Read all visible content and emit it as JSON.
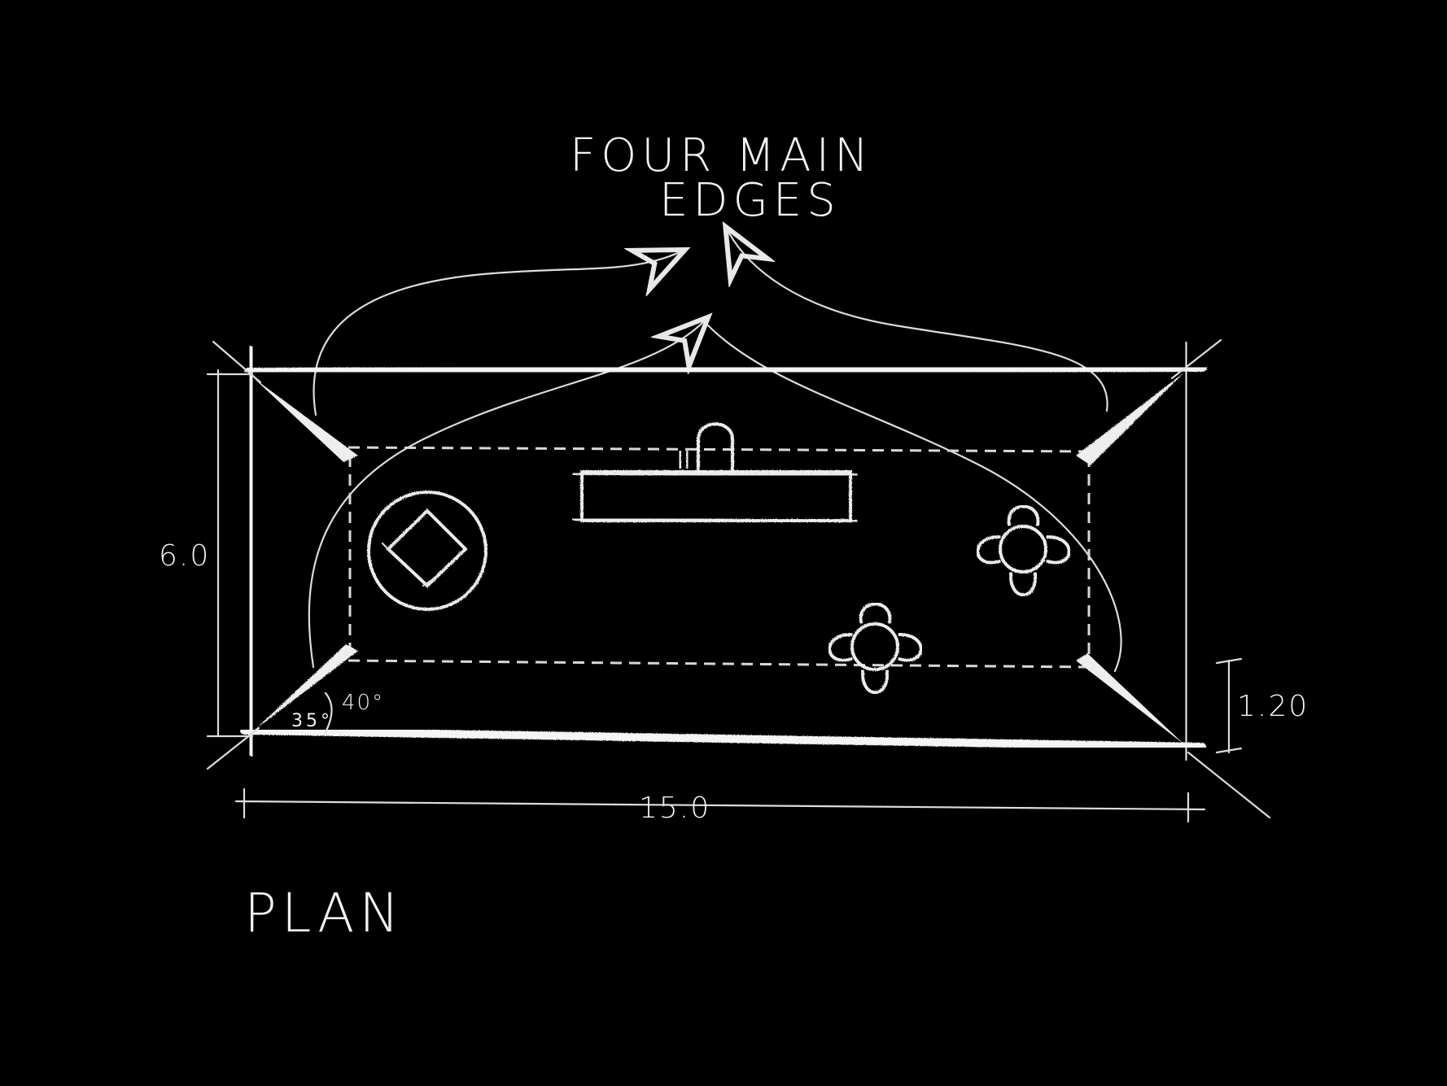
{
  "title": {
    "line1": "FOUR MAIN",
    "line2": "EDGES"
  },
  "dimensions": {
    "height": "6.0",
    "width": "15.0",
    "edge_depth": "1.20",
    "angle_outer": "40°",
    "angle_inner": "35°"
  },
  "plan_label": "PLAN",
  "colors": {
    "background": "#000000",
    "chalk": "#f2f2f2"
  }
}
